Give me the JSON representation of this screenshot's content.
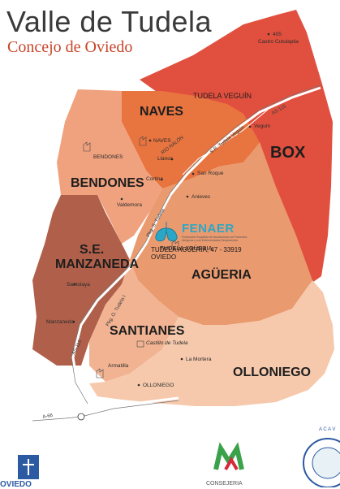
{
  "header": {
    "title": "Valle de Tudela",
    "subtitle": "Concejo de Oviedo"
  },
  "districts": {
    "naves": "NAVES",
    "box": "BOX",
    "bendones": "BENDONES",
    "se_manzaneda_1": "S.E.",
    "se_manzaneda_2": "MANZANEDA",
    "agueria": "AGÜERIA",
    "santianes": "SANTIANES",
    "olloniego": "OLLONIEGO"
  },
  "places": {
    "castro": "Castro Cutulapila",
    "castro_num": "405",
    "tudela_veguin": "TUDELA VEGUÍN",
    "veguin": "Veguín",
    "naves_place": "NAVES",
    "bendones_place": "BENDONES",
    "llanos": "Llanos",
    "cortina": "Cortina",
    "san_roque": "San Roque",
    "valdemora": "Valdemora",
    "anieves": "Anieves",
    "santolaya": "Santolaya",
    "tudela_agueria": "TUDELA AGÜERIA",
    "manzaneda": "Manzaneda",
    "castillo": "Castillo de Tudela",
    "la_mortera": "La Mortera",
    "armatilla": "Armatilla",
    "olloniego_place": "OLLONIEGO"
  },
  "roads": {
    "rio_nalon": "RÍO NALÓN",
    "s_tudela_veguin": "S.R. Tudela Veguín",
    "as115_top": "AS-115",
    "as115_bottom": "AS-115",
    "a66": "A-66",
    "pkg_s_tudela": "Pkg. S. Tudela",
    "pkg_o_tudela": "Pkg. O. Tudela I"
  },
  "sponsor": {
    "name": "FENAER",
    "description": "Federación Española de Asociaciones de Pacientes Alérgicos y con Enfermedades Respiratorias",
    "address": "TUDELA AGÜERIA, 47 - 33919 OVIEDO"
  },
  "footer": {
    "left_text": "OVIEDO",
    "middle_text": "CONSEJERIA",
    "right_text": "A C A V"
  },
  "colors": {
    "box": "#e1503e",
    "naves": "#e8743f",
    "bendones": "#f0a27e",
    "manzaneda": "#b0604a",
    "agueria": "#ea9a6f",
    "santianes": "#f1b392",
    "olloniego": "#f6c9ad",
    "fenaer": "#2aa7c7",
    "title": "#3a3a3a",
    "subtitle": "#c8452a"
  }
}
